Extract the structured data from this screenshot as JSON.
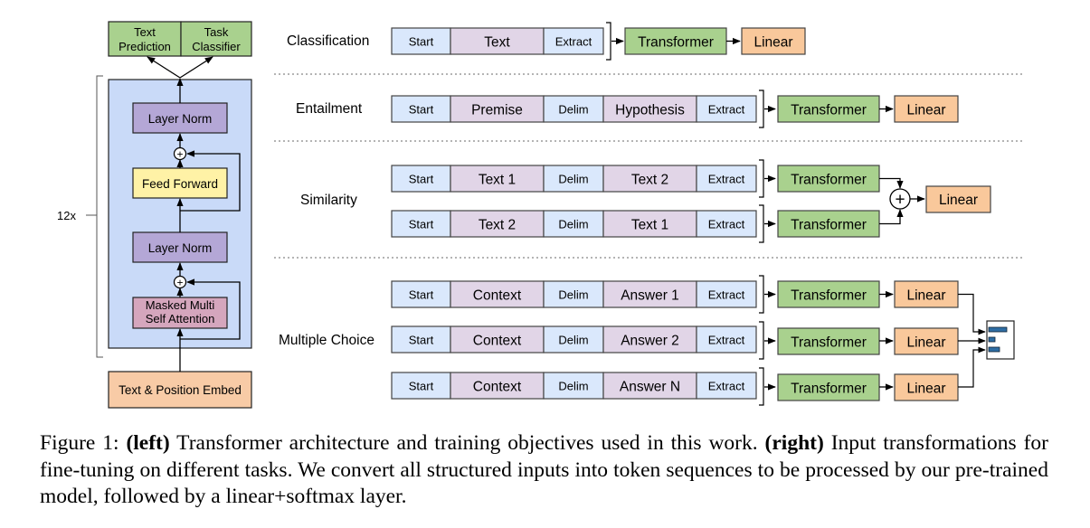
{
  "left": {
    "repeat_label": "12x",
    "heads": {
      "text_prediction": [
        "Text",
        "Prediction"
      ],
      "task_classifier": [
        "Task",
        "Classifier"
      ]
    },
    "layer_norm_top": "Layer Norm",
    "feed_forward": "Feed Forward",
    "layer_norm_bottom": "Layer Norm",
    "masked_attention": [
      "Masked Multi",
      "Self Attention"
    ],
    "embed": "Text & Position Embed",
    "plus": "+"
  },
  "tasks": {
    "classification": {
      "label": "Classification",
      "tokens": [
        "Start",
        "Text",
        "Extract"
      ],
      "transformer": "Transformer",
      "linear": "Linear"
    },
    "entailment": {
      "label": "Entailment",
      "tokens": [
        "Start",
        "Premise",
        "Delim",
        "Hypothesis",
        "Extract"
      ],
      "transformer": "Transformer",
      "linear": "Linear"
    },
    "similarity": {
      "label": "Similarity",
      "rows": [
        {
          "tokens": [
            "Start",
            "Text 1",
            "Delim",
            "Text 2",
            "Extract"
          ],
          "transformer": "Transformer"
        },
        {
          "tokens": [
            "Start",
            "Text 2",
            "Delim",
            "Text 1",
            "Extract"
          ],
          "transformer": "Transformer"
        }
      ],
      "plus": "+",
      "linear": "Linear"
    },
    "multiple_choice": {
      "label": "Multiple Choice",
      "rows": [
        {
          "tokens": [
            "Start",
            "Context",
            "Delim",
            "Answer 1",
            "Extract"
          ],
          "transformer": "Transformer",
          "linear": "Linear"
        },
        {
          "tokens": [
            "Start",
            "Context",
            "Delim",
            "Answer 2",
            "Extract"
          ],
          "transformer": "Transformer",
          "linear": "Linear"
        },
        {
          "tokens": [
            "Start",
            "Context",
            "Delim",
            "Answer N",
            "Extract"
          ],
          "transformer": "Transformer",
          "linear": "Linear"
        }
      ]
    }
  },
  "caption": {
    "prefix": "Figure 1: ",
    "left_tag": "(left)",
    "mid": " Transformer architecture and training objectives used in this work. ",
    "right_tag": "(right)",
    "rest": " Input transformations for fine-tuning on different tasks.  We convert all structured inputs into token sequences to be processed by our pre-trained model, followed by a linear+softmax layer."
  },
  "colors": {
    "token_blue": "#dae8fc",
    "token_purple": "#e1d5e7",
    "transformer_green": "#a9d18e",
    "linear_orange": "#f9c89b",
    "layer_norm_purple": "#b4a7d6",
    "feed_forward_yellow": "#fff2a6",
    "attention_pink": "#d5a6bd",
    "block_bg": "#c9daf8",
    "embed_orange": "#f8cba6"
  }
}
